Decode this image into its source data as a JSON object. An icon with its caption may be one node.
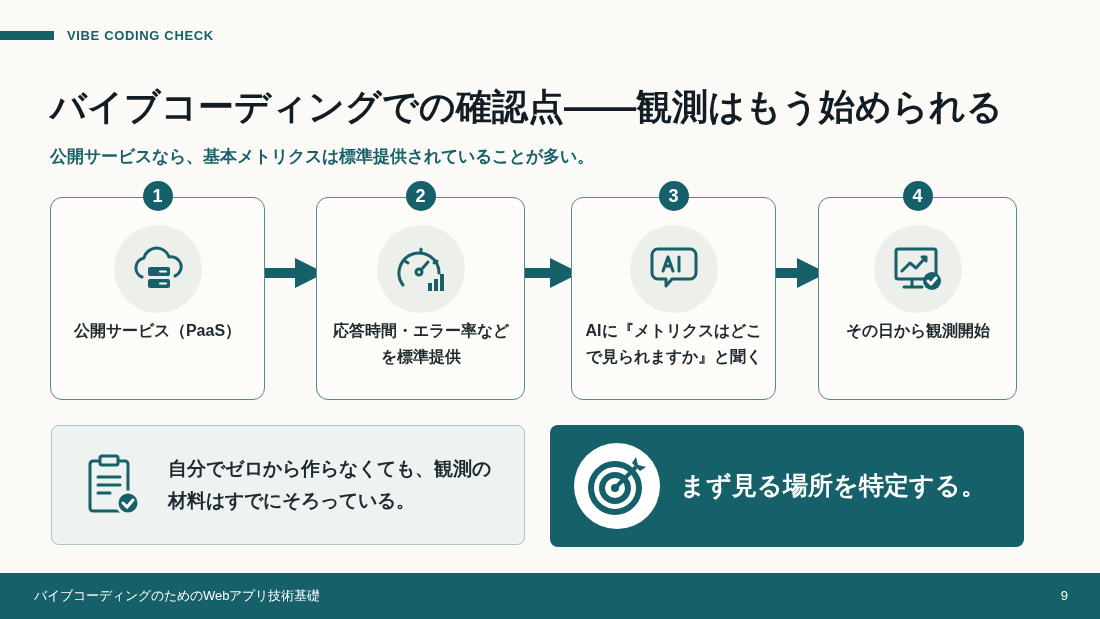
{
  "diagram": {
    "title": "バイブコーディングでの確認点――観測はもう始められる",
    "nodes": [
      {
        "text": [
          "1",
          "公開サービス（PaaS）"
        ]
      },
      {
        "text": [
          "2",
          "応答時間・エラー率などを標準提供"
        ]
      },
      {
        "text": [
          "3",
          "AIに『メトリクスはどこで見られますか』と聞く"
        ]
      },
      {
        "text": [
          "4",
          "その日から観測開始"
        ]
      },
      {
        "text": [
          "自分でゼロから作らなくても、観測の材料はすでにそろっている。"
        ]
      },
      {
        "text": [
          "まず見る場所を特定する。"
        ]
      }
    ],
    "edges": [
      {
        "from": 0,
        "to": 1,
        "arrow": "to"
      },
      {
        "from": 1,
        "to": 2,
        "arrow": "to"
      },
      {
        "from": 2,
        "to": 3,
        "arrow": "to"
      }
    ],
    "labels": [
      "VIBE CODING CHECK",
      "公開サービスなら、基本メトリクスは標準提供されていることが多い。",
      "バイブコーディングのためのWebアプリ技術基礎",
      "9"
    ]
  }
}
